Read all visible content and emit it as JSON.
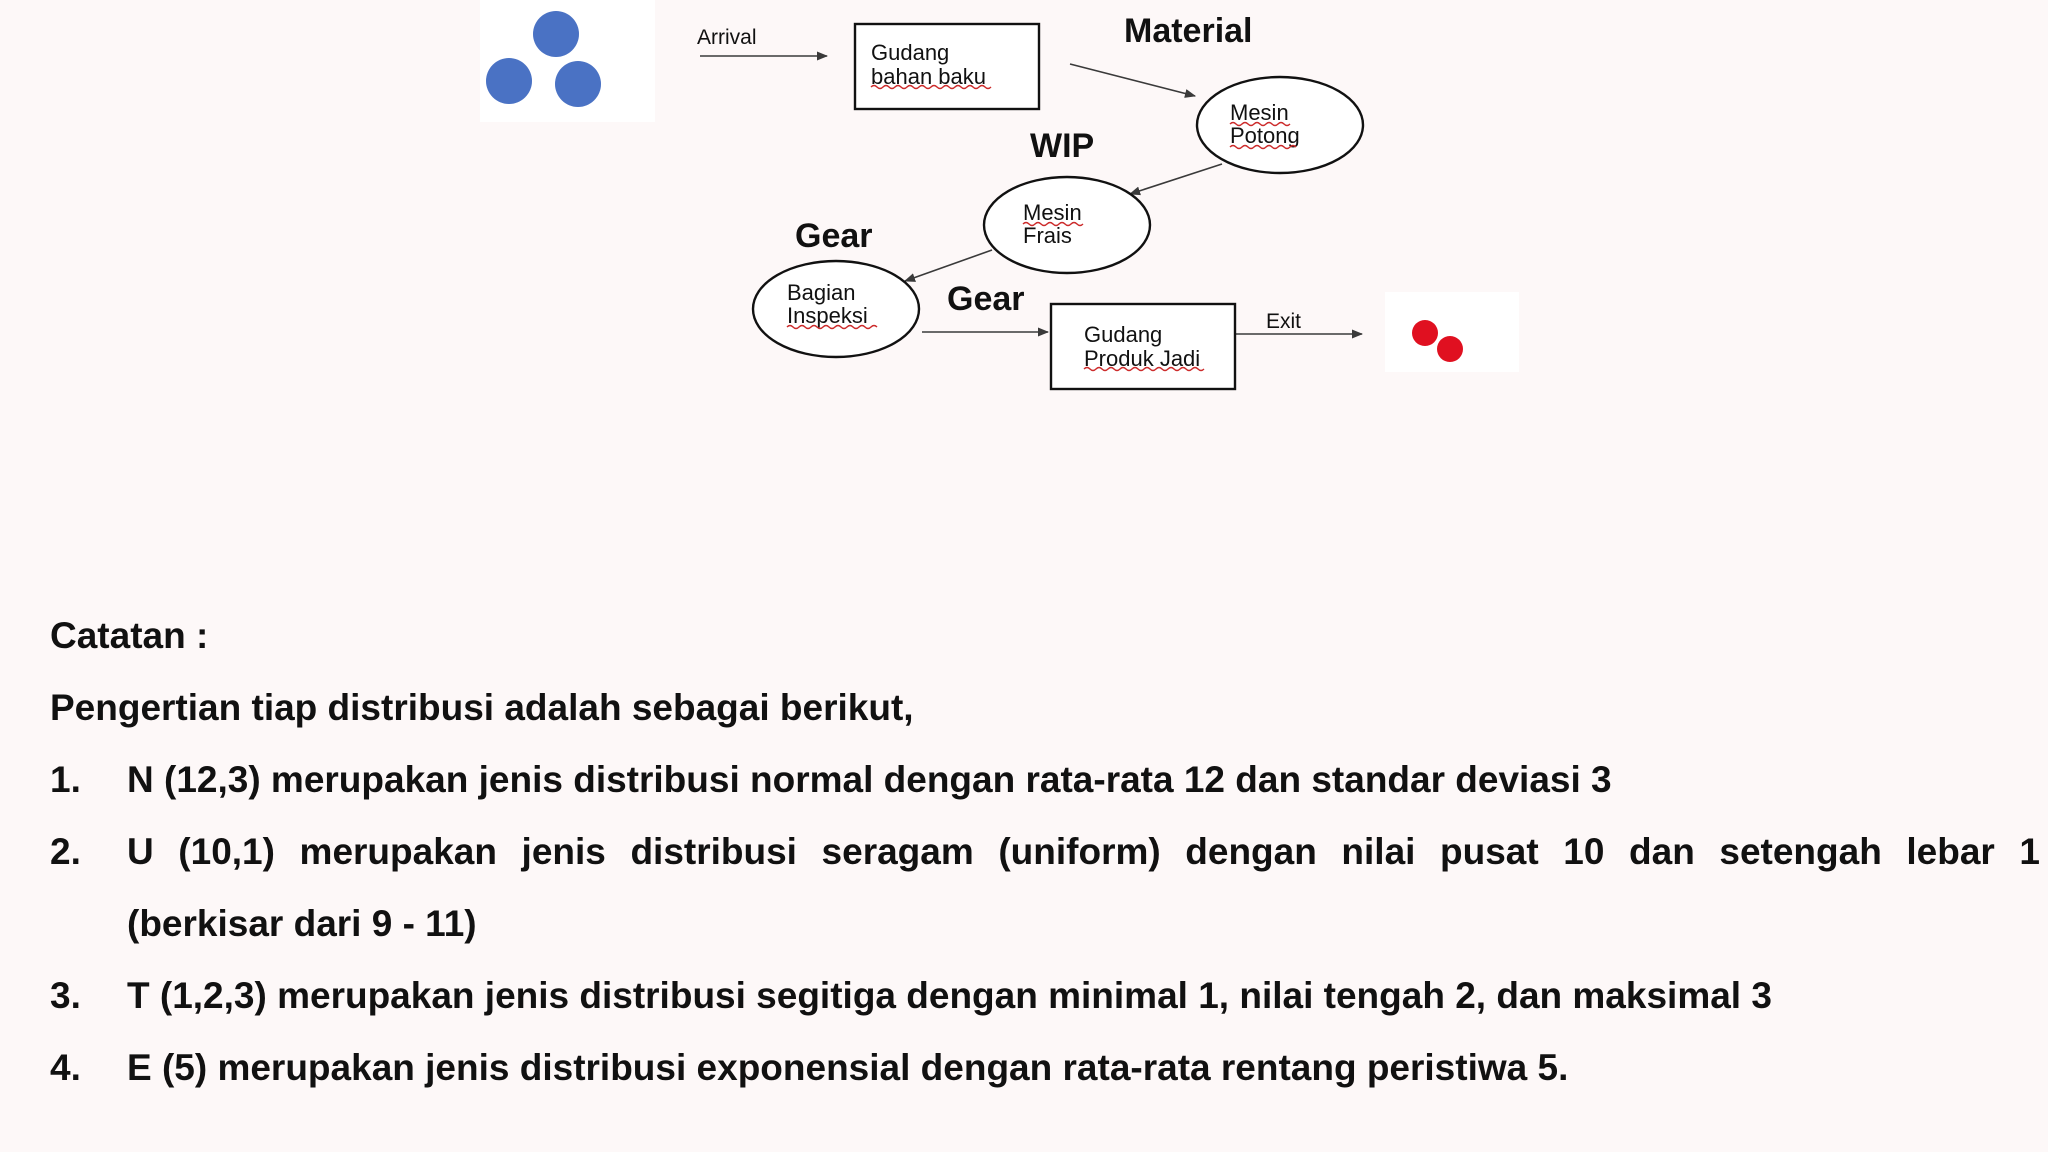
{
  "diagram": {
    "nodes": {
      "gudang_bahan_baku": [
        "Gudang",
        "bahan baku"
      ],
      "mesin_potong": [
        "Mesin",
        "Potong"
      ],
      "mesin_frais": [
        "Mesin",
        "Frais"
      ],
      "bagian_inspeksi": [
        "Bagian",
        "Inspeksi"
      ],
      "gudang_produk_jadi": [
        "Gudang",
        "Produk Jadi"
      ]
    },
    "edge_labels": {
      "arrival": "Arrival",
      "exit": "Exit"
    },
    "flow_tags": {
      "material": "Material",
      "wip": "WIP",
      "gear_1": "Gear",
      "gear_2": "Gear"
    },
    "colors": {
      "arrival_entities": "#4a72c4",
      "exit_entities": "#e01020"
    }
  },
  "notes": {
    "heading": "Catatan :",
    "intro": "Pengertian tiap distribusi adalah sebagai berikut,",
    "items": [
      {
        "num": "1.",
        "text": "N (12,3) merupakan jenis distribusi normal dengan rata-rata 12 dan standar deviasi 3"
      },
      {
        "num": "2.",
        "text": "U (10,1) merupakan jenis distribusi seragam (uniform) dengan nilai pusat 10 dan setengah lebar 1",
        "cont": "(berkisar dari 9 - 11)"
      },
      {
        "num": "3.",
        "text": "T (1,2,3) merupakan jenis distribusi segitiga dengan minimal 1, nilai tengah 2, dan maksimal 3"
      },
      {
        "num": "4.",
        "text": "E (5) merupakan jenis distribusi exponensial dengan rata-rata rentang peristiwa 5."
      }
    ]
  }
}
